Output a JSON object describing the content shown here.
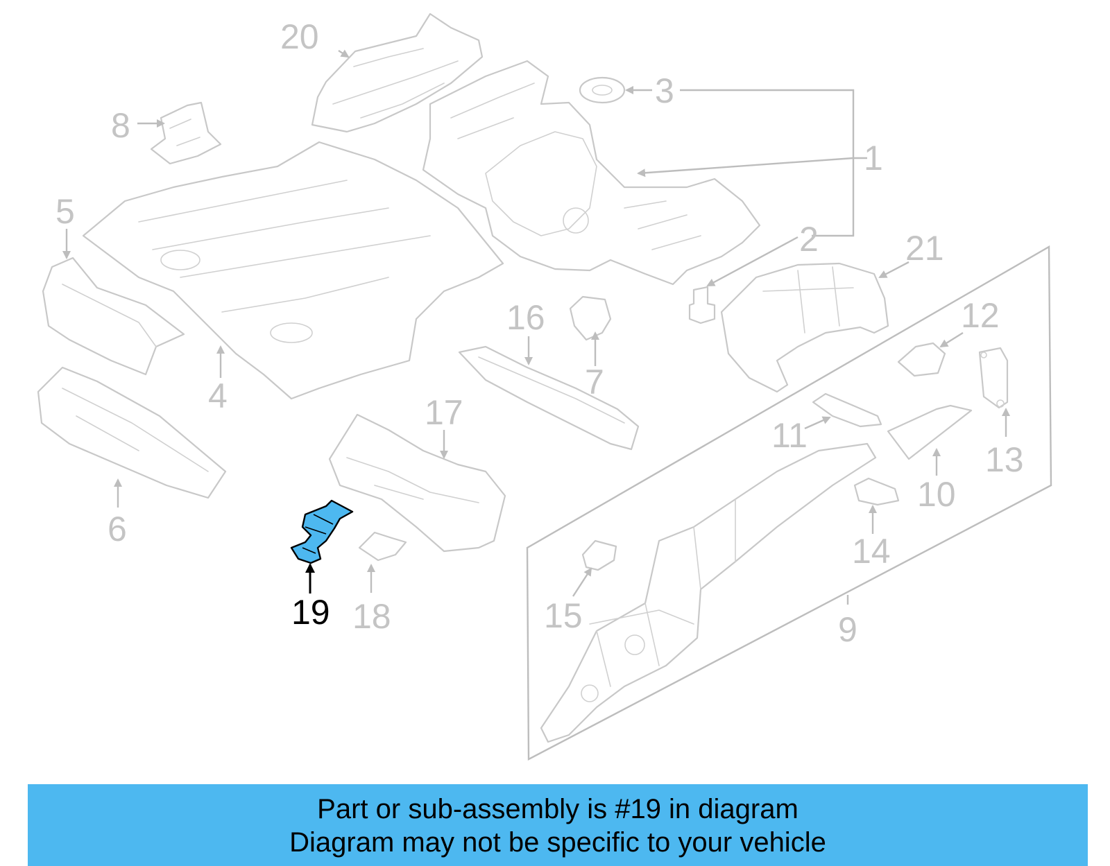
{
  "diagram": {
    "highlight_color": "#4db8f0",
    "highlighted_part": "19",
    "callouts": [
      {
        "id": "c1",
        "label": "1"
      },
      {
        "id": "c2",
        "label": "2"
      },
      {
        "id": "c3",
        "label": "3"
      },
      {
        "id": "c4",
        "label": "4"
      },
      {
        "id": "c5",
        "label": "5"
      },
      {
        "id": "c6",
        "label": "6"
      },
      {
        "id": "c7",
        "label": "7"
      },
      {
        "id": "c8",
        "label": "8"
      },
      {
        "id": "c9",
        "label": "9"
      },
      {
        "id": "c10",
        "label": "10"
      },
      {
        "id": "c11",
        "label": "11"
      },
      {
        "id": "c12",
        "label": "12"
      },
      {
        "id": "c13",
        "label": "13"
      },
      {
        "id": "c14",
        "label": "14"
      },
      {
        "id": "c15",
        "label": "15"
      },
      {
        "id": "c16",
        "label": "16"
      },
      {
        "id": "c17",
        "label": "17"
      },
      {
        "id": "c18",
        "label": "18"
      },
      {
        "id": "c19",
        "label": "19"
      },
      {
        "id": "c20",
        "label": "20"
      },
      {
        "id": "c21",
        "label": "21"
      }
    ]
  },
  "banner": {
    "line1": "Part or sub-assembly is #19 in diagram",
    "line2": "Diagram may not be specific to your vehicle",
    "background_color": "#4db8f0"
  }
}
